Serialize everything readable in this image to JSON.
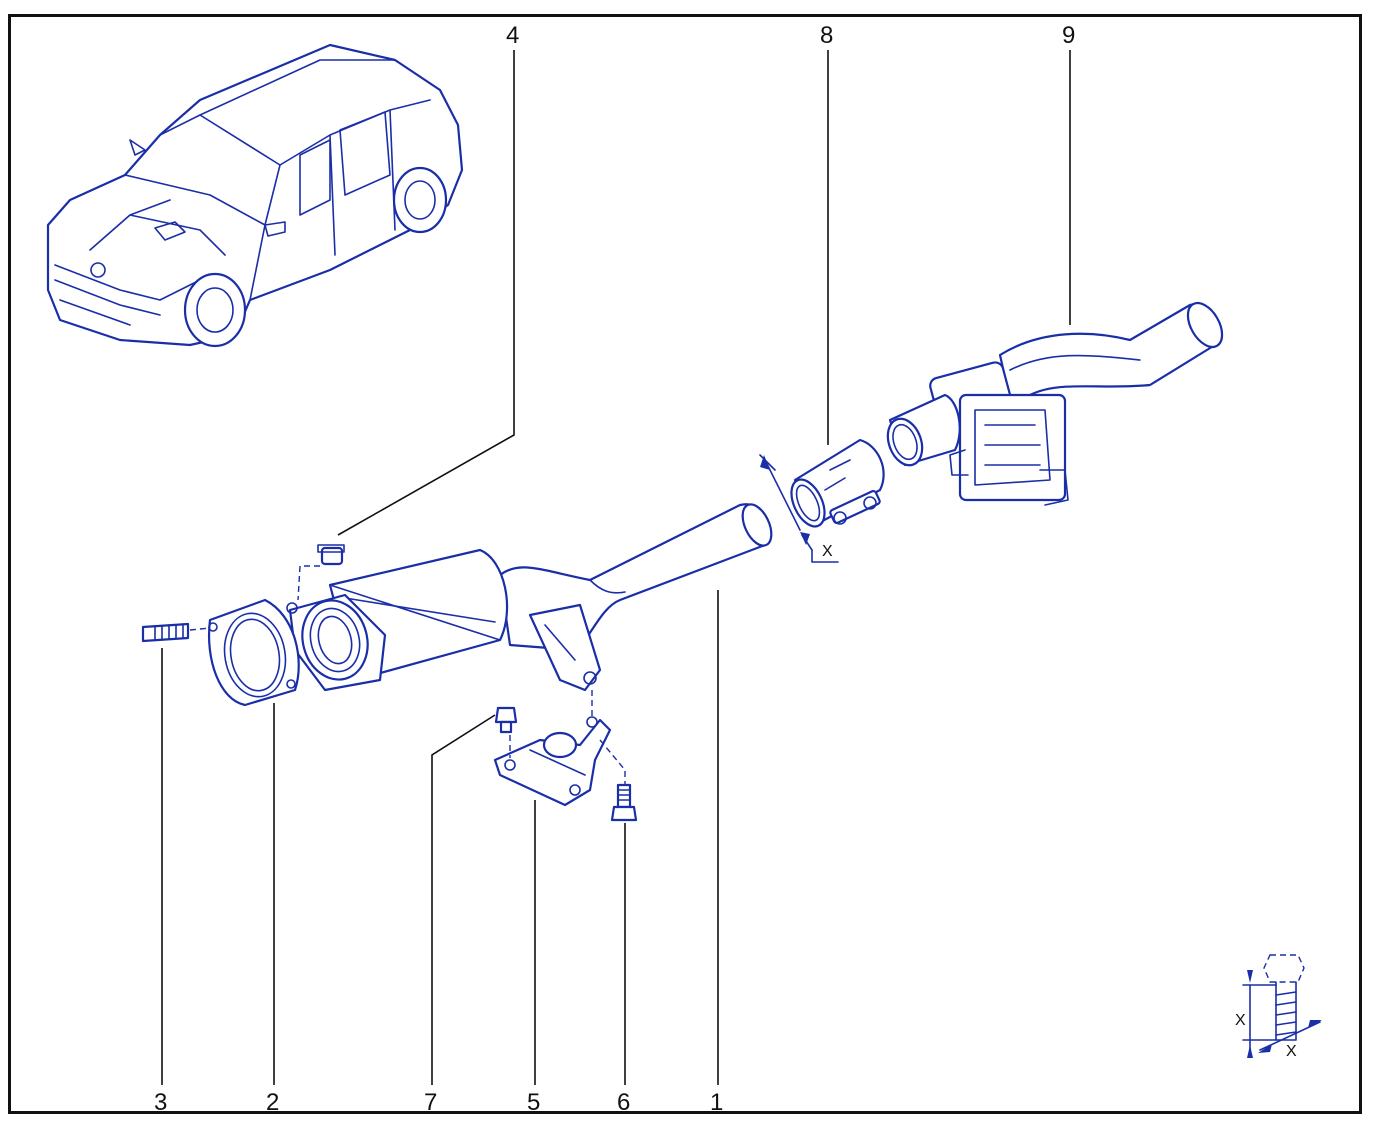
{
  "diagram": {
    "accent_color": "#1a2ea8",
    "callouts": [
      "1",
      "2",
      "3",
      "4",
      "5",
      "6",
      "7",
      "8",
      "9"
    ],
    "clamp_dimension_label": "X",
    "bolt_dimension_labels": [
      "X",
      "X"
    ]
  }
}
